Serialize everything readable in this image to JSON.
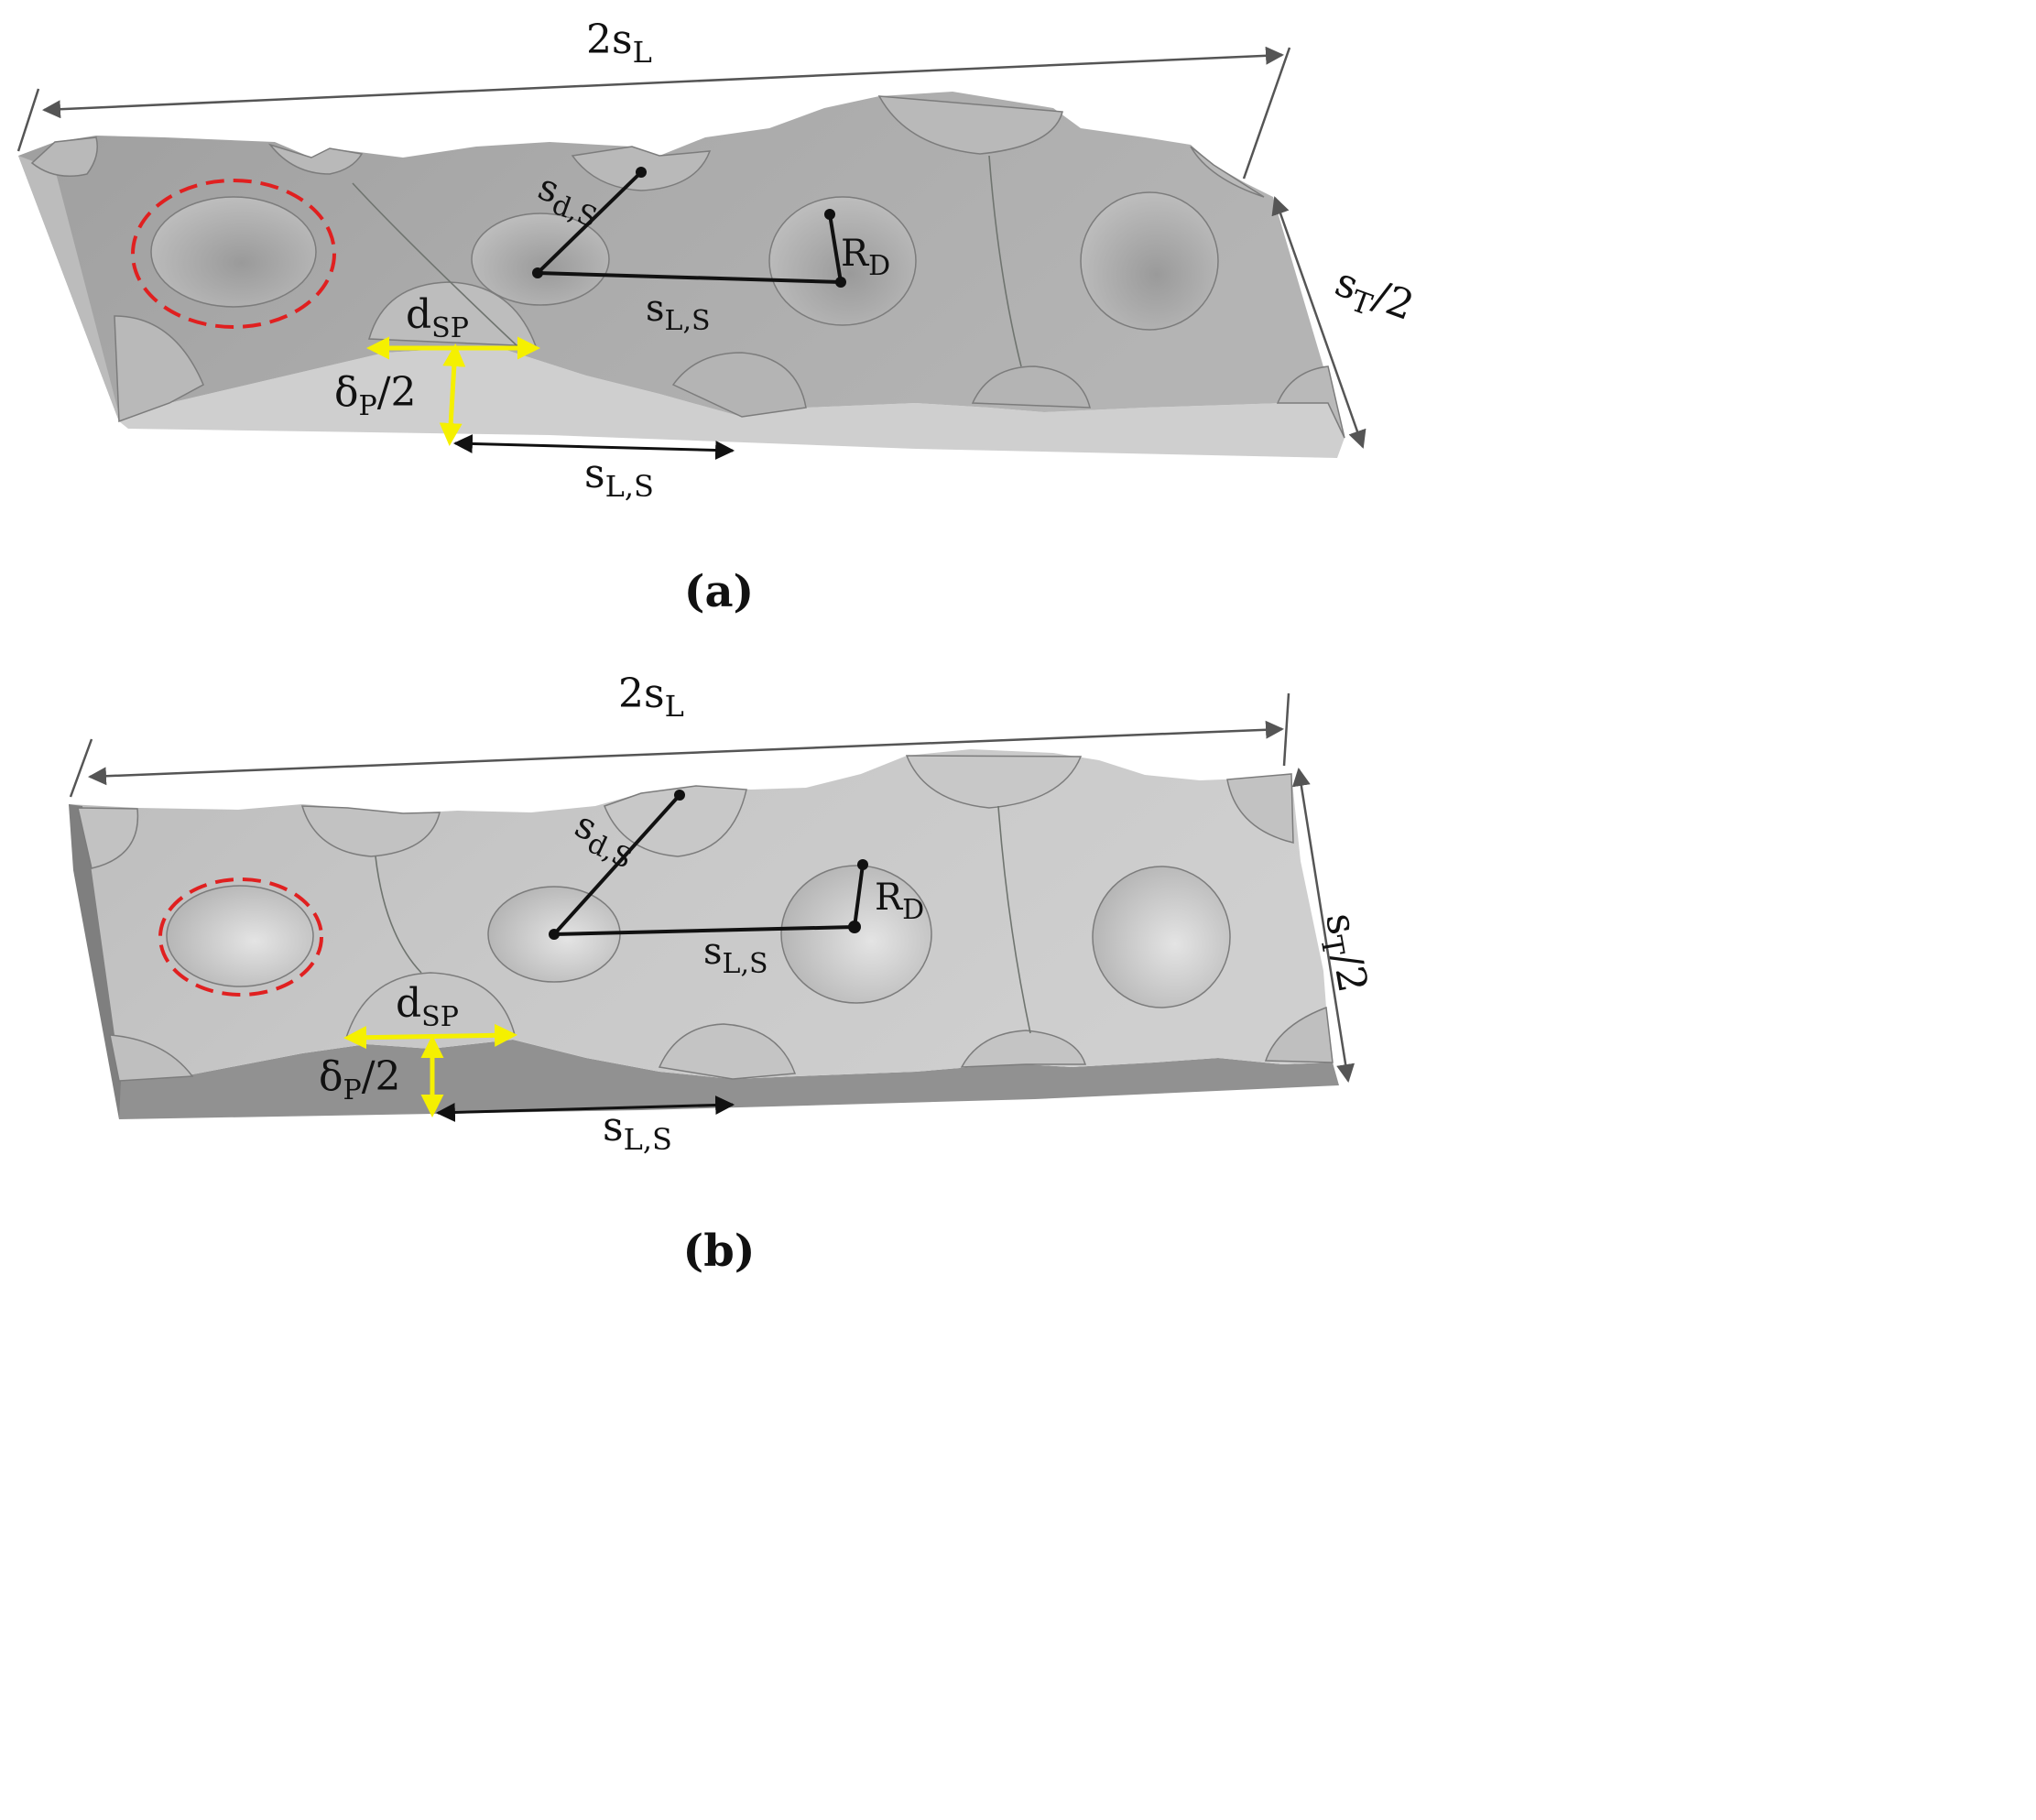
{
  "panels": [
    {
      "id": "a",
      "caption": "(a)",
      "labels": {
        "width_main": "2s",
        "width_sub": "L",
        "depth_main": "s",
        "depth_sub": "T",
        "depth_tail": "/2",
        "sds_main": "s",
        "sds_sub": "d,S",
        "rd_main": "R",
        "rd_sub": "D",
        "sls_main": "s",
        "sls_sub": "L,S",
        "dsp_main": "d",
        "dsp_sub": "SP",
        "dp_main": "δ",
        "dp_sub": "P",
        "dp_tail": "/2",
        "sls2_main": "s",
        "sls2_sub": "L,S"
      }
    },
    {
      "id": "b",
      "caption": "(b)",
      "labels": {
        "width_main": "2s",
        "width_sub": "L",
        "depth_main": "s",
        "depth_sub": "T",
        "depth_tail": "/2",
        "sds_main": "s",
        "sds_sub": "d,S",
        "rd_main": "R",
        "rd_sub": "D",
        "sls_main": "s",
        "sls_sub": "L,S",
        "dsp_main": "d",
        "dsp_sub": "SP",
        "dp_main": "δ",
        "dp_sub": "P",
        "dp_tail": "/2",
        "sls2_main": "s",
        "sls2_sub": "L,S"
      }
    }
  ],
  "colors": {
    "slab_top_a": "#a9a9a9",
    "slab_top_b": "#c4c4c4",
    "slab_front_a": "#cfcfcf",
    "slab_front_b": "#8f8f8f",
    "dimension_line": "#555555",
    "highlight_yellow": "#f5f000",
    "dashed_red": "#e02020"
  }
}
